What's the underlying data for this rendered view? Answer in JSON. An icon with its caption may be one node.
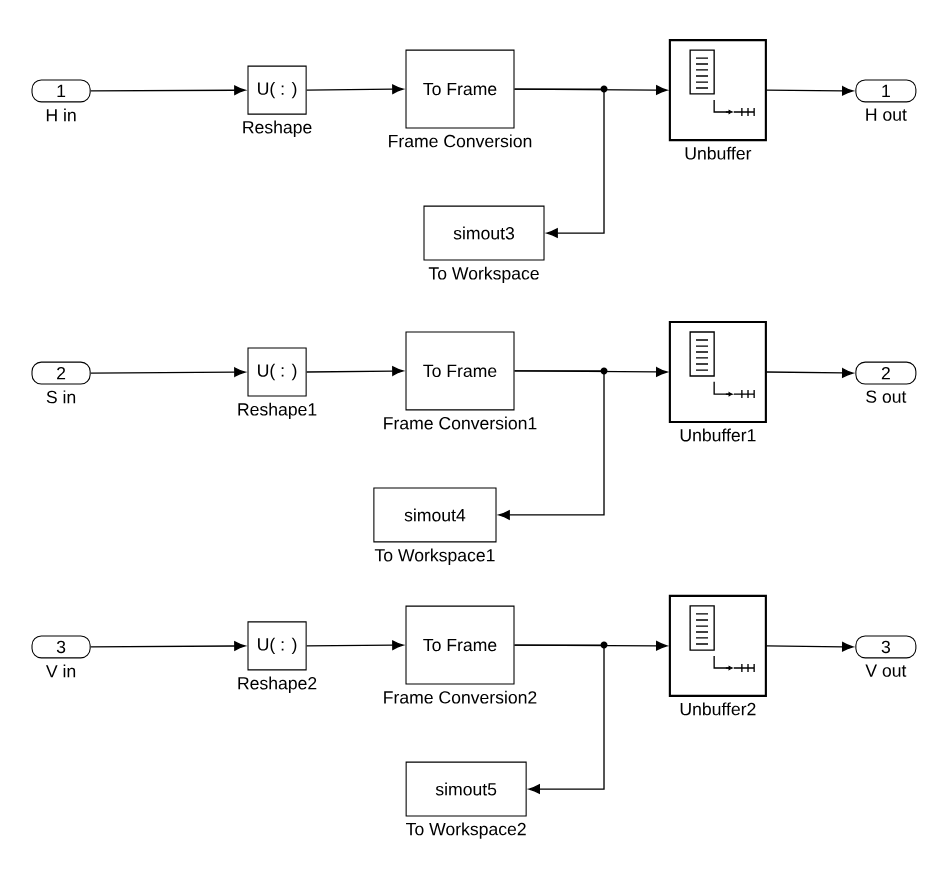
{
  "diagram": {
    "nodes": [
      {
        "text": [
          "1"
        ],
        "beside": [
          "H in"
        ]
      },
      {
        "text": [
          "U( : )"
        ],
        "beside": [
          "Reshape"
        ]
      },
      {
        "text": [
          "To Frame"
        ],
        "beside": [
          "Frame Conversion"
        ]
      },
      {
        "text": [],
        "shape": "box",
        "beside": [
          "Unbuffer"
        ]
      },
      {
        "text": [
          "1"
        ],
        "beside": [
          "H out"
        ]
      },
      {
        "text": [
          "simout3"
        ],
        "beside": [
          "To Workspace"
        ]
      },
      {
        "text": [
          "2"
        ],
        "beside": [
          "S in"
        ]
      },
      {
        "text": [
          "U( : )"
        ],
        "beside": [
          "Reshape1"
        ]
      },
      {
        "text": [
          "To Frame"
        ],
        "beside": [
          "Frame Conversion1"
        ]
      },
      {
        "text": [],
        "shape": "box",
        "beside": [
          "Unbuffer1"
        ]
      },
      {
        "text": [
          "2"
        ],
        "beside": [
          "S out"
        ]
      },
      {
        "text": [
          "simout4"
        ],
        "beside": [
          "To Workspace1"
        ]
      },
      {
        "text": [
          "3"
        ],
        "beside": [
          "V in"
        ]
      },
      {
        "text": [
          "U( : )"
        ],
        "beside": [
          "Reshape2"
        ]
      },
      {
        "text": [
          "To Frame"
        ],
        "beside": [
          "Frame Conversion2"
        ]
      },
      {
        "text": [],
        "shape": "box",
        "beside": [
          "Unbuffer2"
        ]
      },
      {
        "text": [
          "3"
        ],
        "beside": [
          "V out"
        ]
      },
      {
        "text": [
          "simout5"
        ],
        "beside": [
          "To Workspace2"
        ]
      }
    ],
    "edges": [
      {
        "from": 0,
        "to": 1,
        "arrow": "to"
      },
      {
        "from": 1,
        "to": 2,
        "arrow": "to"
      },
      {
        "from": 2,
        "to": 3,
        "arrow": "to"
      },
      {
        "from": 2,
        "to": 5,
        "arrow": "to"
      },
      {
        "from": 3,
        "to": 4,
        "arrow": "to"
      },
      {
        "from": 6,
        "to": 7,
        "arrow": "to"
      },
      {
        "from": 7,
        "to": 8,
        "arrow": "to"
      },
      {
        "from": 8,
        "to": 9,
        "arrow": "to"
      },
      {
        "from": 8,
        "to": 11,
        "arrow": "to"
      },
      {
        "from": 9,
        "to": 10,
        "arrow": "to"
      },
      {
        "from": 12,
        "to": 13,
        "arrow": "to"
      },
      {
        "from": 13,
        "to": 14,
        "arrow": "to"
      },
      {
        "from": 14,
        "to": 15,
        "arrow": "to"
      },
      {
        "from": 14,
        "to": 17,
        "arrow": "to"
      },
      {
        "from": 15,
        "to": 16,
        "arrow": "to"
      }
    ]
  }
}
